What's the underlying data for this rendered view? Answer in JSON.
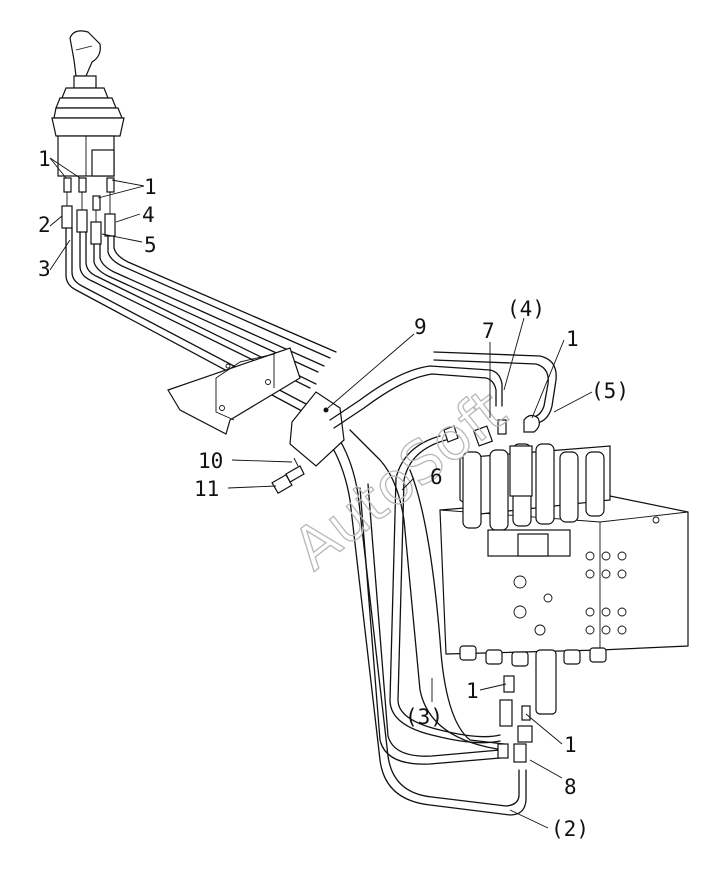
{
  "watermark": "AutoSoft",
  "callouts": {
    "c1_a": "1",
    "c1_b": "1",
    "c2": "2",
    "c3": "3",
    "c4": "4",
    "c5": "5",
    "c9": "9",
    "c7": "7",
    "c4p": "(4)",
    "c1_c": "1",
    "c5p": "(5)",
    "c6": "6",
    "c10": "10",
    "c11": "11",
    "c1_d": "1",
    "c3p": "(3)",
    "c1_e": "1",
    "c8": "8",
    "c2p": "(2)"
  }
}
